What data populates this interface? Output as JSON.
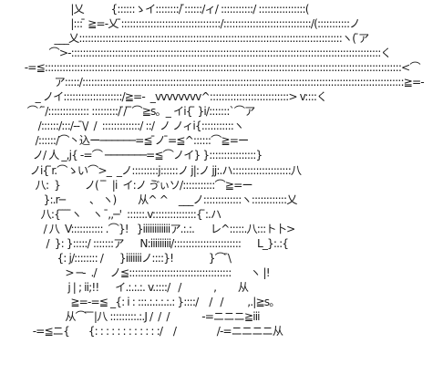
{
  "art": {
    "lines": [
      "                          |乂          {::::::ゝイ::::::::/ ̄::::::/ィ/ :::::::::::/ ::::::::::::::::(",
      "                          |::: ̄ ≧=-乂 ̄::::::::::::::::::::::::::::::::::/::::::::::::::::::::::::::::::/(:::::::::::ノ",
      "                    ___乂::::::::::::::::::::::::::::::::::::::::::::::::::::::::::::::::::::::::::::::::::::::::::ヽ( ̄ア",
      "                  ⌒>‐::::::::::::::::::::::::::::::::::::::::::::::::::::::::::::::::::::::::::::::::::::::::::::::::::::::::::く",
      "         -=≦::::::::::::::::::::::::::::::::::::::::::::::::::::::::::::::::::::::::::::::::::::::::::::::::::::::::::::::::::::::::::<⌒",
      "                    ア:::::/::::::::::::::::::::::::::::::::::::::::::::::::::::::::::::::::::::::::::::::::::::::::::::::::::::::::::::::≧=-",
      "             _ ノイ::::::::::::::::::::/≧=-  _vvvvvvvv^:::::::::::::::::::::::::::> v::::く",
      "          ⌒´ ̄/:::::::::::::: :::::::::/ ̄/ ̄ ̄⌒≧s。_ イi{ ̄ }i/:::::::`⌒ア",
      "              /::::::/:::/-‐ ̄\\/  /  :::::::::::::/ ::/  ノ ノィi{:::::::::::ヽ",
      "             /::::::/⌒丶込ー──────=≦ ̄ノ ̄=≦^::::::⌒≧=ー",
      "            ノ/ 人 _,j{ -=⌒ ───────=≦⌒ノイ} }::::::::::::::::}",
      "           ノi{ ̄r.⌒ゝい⌒>_  _ノ:::::::::j::::::ノ j|:ノ jj:.ハ::::::::::::::::::::八",
      "             八:  }         ノ(  ̄ ̄  |i  イ:ノ ゔぃソ/:::::::::::⌒≧=ー",
      "                }:.r─         、 ヽ)        从^ ^    ___ノ:::::::::::::ヽ::::::::::::乂",
      "               八:{ ̄ ̄ ̄ ̄ヽ    ヽ  ̄,,─'  ::::::.v:::::::::::::::{ ̄:.ハ",
      "                / 八  V::::::::::: .⌒}!   }iiiiiiiiiiiiア.:.:.      レ^:::::.八:::ト卜>",
      "                 /  }: }:::::/ :::::::ア      N:iiiiiiiii/:::::::::::::::::::::::      L_}:.:{",
      "                     {: j/:::::::: /      }iiiiiiiノ::::}!             }⌒ ̄\\",
      "                        > ─‐  ./     ノ≦:::::::::::::::::::::::::::::::::::       ヽ |!",
      "                         j | ; ii;!!      イ.:.:.:. v.::::/   /            ,        从",
      "                          ≧=-=≦ _{: i : :::.:.:.:.:.: }::::/    /   /         ,.|≧s。",
      "                        从⌒ ̄ ̄ ̄|八 :::::::::.:.J /  /  /            -=ニニニ≧iii",
      "            -=≦ニ{       {: : : : : : : : : : : :/    /               /-=ニニニニ从"
    ]
  }
}
